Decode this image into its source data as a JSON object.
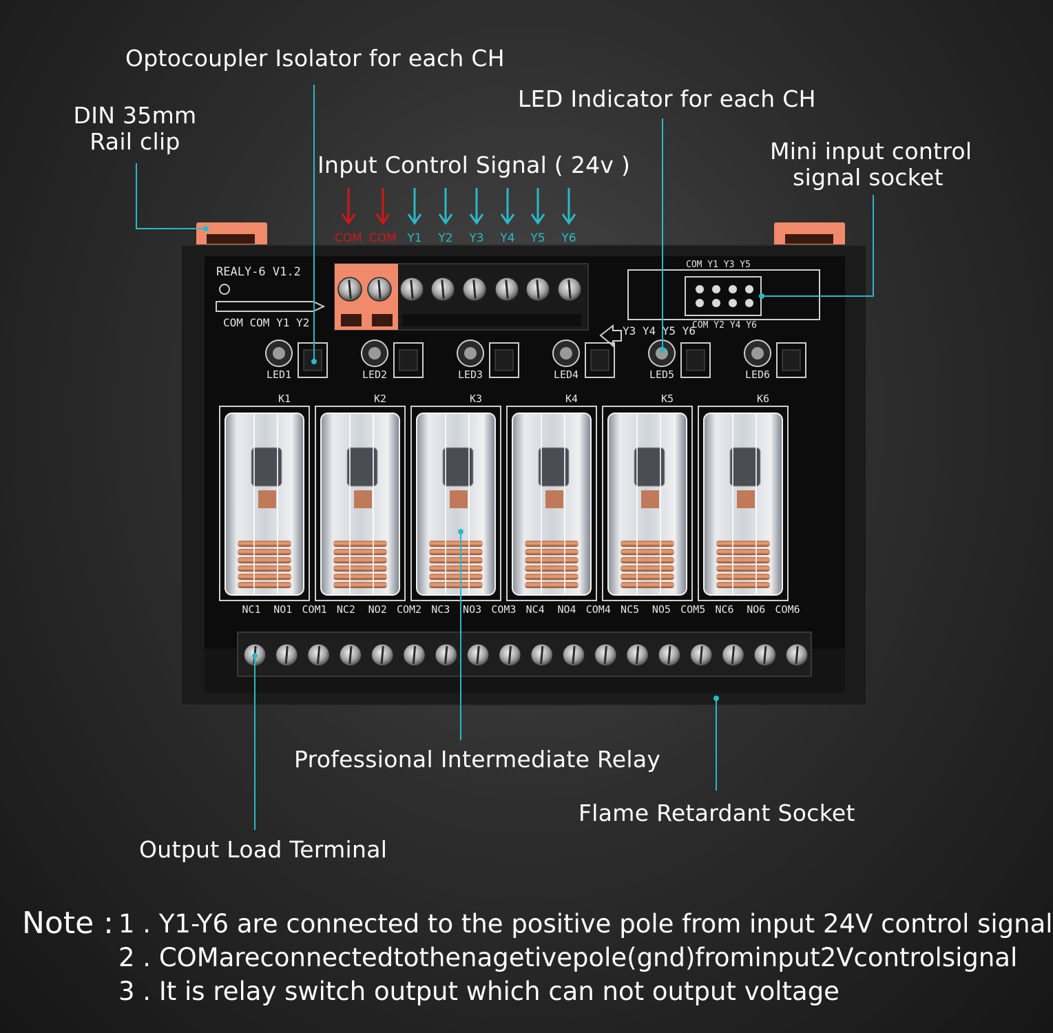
{
  "colors": {
    "accent": "#2bb9c9",
    "signal_com": "#d01818",
    "clip": "#f08a6a",
    "board": "#101010",
    "panel": "#222222"
  },
  "callouts": {
    "optocoupler": "Optocoupler Isolator for each CH",
    "din_rail_1": "DIN 35mm",
    "din_rail_2": "Rail clip",
    "led_indicator": "LED Indicator for each CH",
    "input_signal": "Input Control Signal ( 24v )",
    "mini_socket_1": "Mini input control",
    "mini_socket_2": "signal socket",
    "relay": "Professional Intermediate Relay",
    "flame_socket": "Flame Retardant Socket",
    "output_terminal": "Output Load Terminal"
  },
  "input_terminals": [
    {
      "label": "COM",
      "type": "com"
    },
    {
      "label": "COM",
      "type": "com"
    },
    {
      "label": "Y1",
      "type": "signal"
    },
    {
      "label": "Y2",
      "type": "signal"
    },
    {
      "label": "Y3",
      "type": "signal"
    },
    {
      "label": "Y4",
      "type": "signal"
    },
    {
      "label": "Y5",
      "type": "signal"
    },
    {
      "label": "Y6",
      "type": "signal"
    }
  ],
  "board": {
    "model": "REALY-6  V1.2",
    "silk_left": "COM  COM  Y1   Y2",
    "silk_right": "Y3 Y4 Y5 Y6",
    "mini_top": "COM Y1 Y3  Y5",
    "mini_bottom": "COM Y2 Y4  Y6",
    "leds": [
      "LED1",
      "LED2",
      "LED3",
      "LED4",
      "LED5",
      "LED6"
    ],
    "relays": [
      "K1",
      "K2",
      "K3",
      "K4",
      "K5",
      "K6"
    ],
    "output_labels": [
      "NC1",
      "NO1",
      "COM1",
      "NC2",
      "NO2",
      "COM2",
      "NC3",
      "NO3",
      "COM3",
      "NC4",
      "NO4",
      "COM4",
      "NC5",
      "NO5",
      "COM5",
      "NC6",
      "NO6",
      "COM6"
    ]
  },
  "note": {
    "head": "Note :",
    "lines": [
      "1 . Y1-Y6 are connected to the positive pole from input 24V control signal",
      "2 . COMareconnectedtothenagetivepole(gnd)frominput2Vcontrolsignal",
      "3 . It is relay switch output which can not output voltage"
    ]
  }
}
